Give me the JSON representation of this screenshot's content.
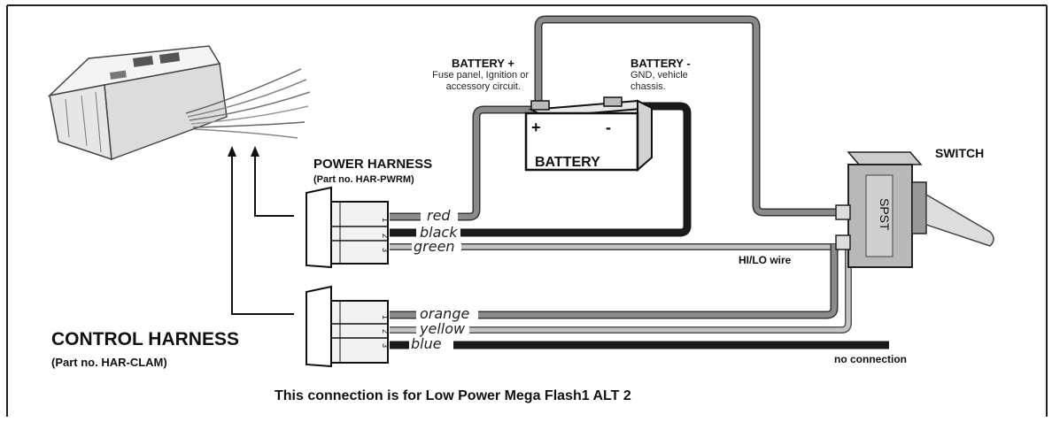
{
  "labels": {
    "battery_plus": "BATTERY +",
    "battery_plus_desc_1": "Fuse panel, Ignition or",
    "battery_plus_desc_2": "accessory circuit.",
    "battery_minus": "BATTERY -",
    "battery_minus_desc_1": "GND, vehicle",
    "battery_minus_desc_2": "chassis.",
    "battery_name": "BATTERY",
    "battery_plus_sign": "+",
    "battery_minus_sign": "-",
    "switch": "SWITCH",
    "switch_body": "SPST",
    "power_harness": "POWER HARNESS",
    "power_harness_part": "(Part no. HAR-PWRM)",
    "control_harness": "CONTROL HARNESS",
    "control_harness_part": "(Part no. HAR-CLAM)",
    "hilo_wire": "HI/LO wire",
    "no_connection": "no connection",
    "caption": "This connection is for Low Power Mega Flash1 ALT 2"
  },
  "power_wires": [
    "red",
    "black",
    "green"
  ],
  "control_wires": [
    "orange",
    "yellow",
    "blue"
  ],
  "pin_numbers": [
    "1",
    "2",
    "3"
  ],
  "colors": {
    "gray_wire": "#8a8a8a",
    "light_wire": "#bdbdbd",
    "dark_wire": "#1a1a1a",
    "frame": "#222222"
  }
}
